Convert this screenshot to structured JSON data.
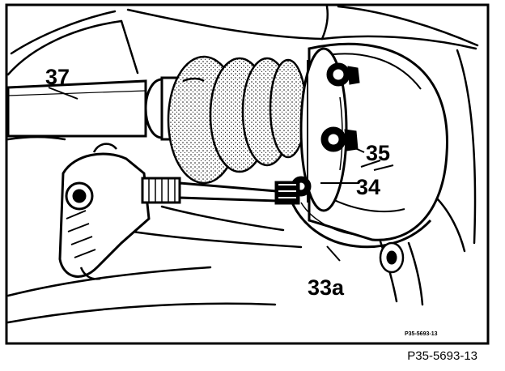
{
  "figure": {
    "callouts": {
      "c37": "37",
      "c35": "35",
      "c34": "34",
      "c33a": "33a"
    },
    "inset_reference": "P35-5693-13",
    "caption": "P35-5693-13"
  }
}
